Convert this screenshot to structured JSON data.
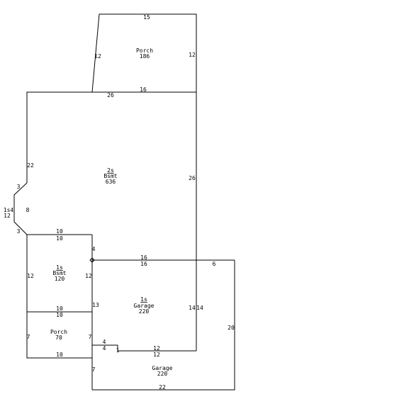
{
  "colors": {
    "line": "#000000",
    "background": "#ffffff"
  },
  "areas": {
    "porch_top": {
      "name": "Porch",
      "size": "186"
    },
    "main": {
      "level": "2s",
      "name": "Bsmt",
      "size": "636"
    },
    "bsmt_small": {
      "level": "1s",
      "name": "Bsmt",
      "size": "120"
    },
    "garage_1s": {
      "level": "1s",
      "name": "Garage",
      "size": "220"
    },
    "porch_low": {
      "name": "Porch",
      "size": "70"
    },
    "garage_low": {
      "name": "Garage",
      "size": "220"
    },
    "bay": {
      "level": "1s4",
      "size": "12"
    }
  },
  "dims": {
    "porch_top": {
      "top": "15",
      "left": "12",
      "right": "12",
      "bottom": "16",
      "shared": "26"
    },
    "main": {
      "left": "22",
      "right": "26",
      "bay_top": "3",
      "bay_side": "8",
      "bay_bottom": "3"
    },
    "bsmt_small": {
      "top_a": "10",
      "top_b": "10",
      "notch": "4",
      "left": "12",
      "right": "12",
      "bottom_a": "10",
      "bottom_b": "10"
    },
    "garage_1s": {
      "top_a": "16",
      "top_b": "16",
      "corner": "6",
      "left": "13",
      "right_a": "14",
      "right_b": "14",
      "outer_right": "20",
      "bottom_a": "12",
      "bottom_b": "12"
    },
    "porch_low": {
      "left": "7",
      "right": "7",
      "bottom": "10"
    },
    "garage_low": {
      "step_a": "4",
      "step_b": "4",
      "step_c": "1",
      "left": "7",
      "bottom": "22"
    }
  }
}
